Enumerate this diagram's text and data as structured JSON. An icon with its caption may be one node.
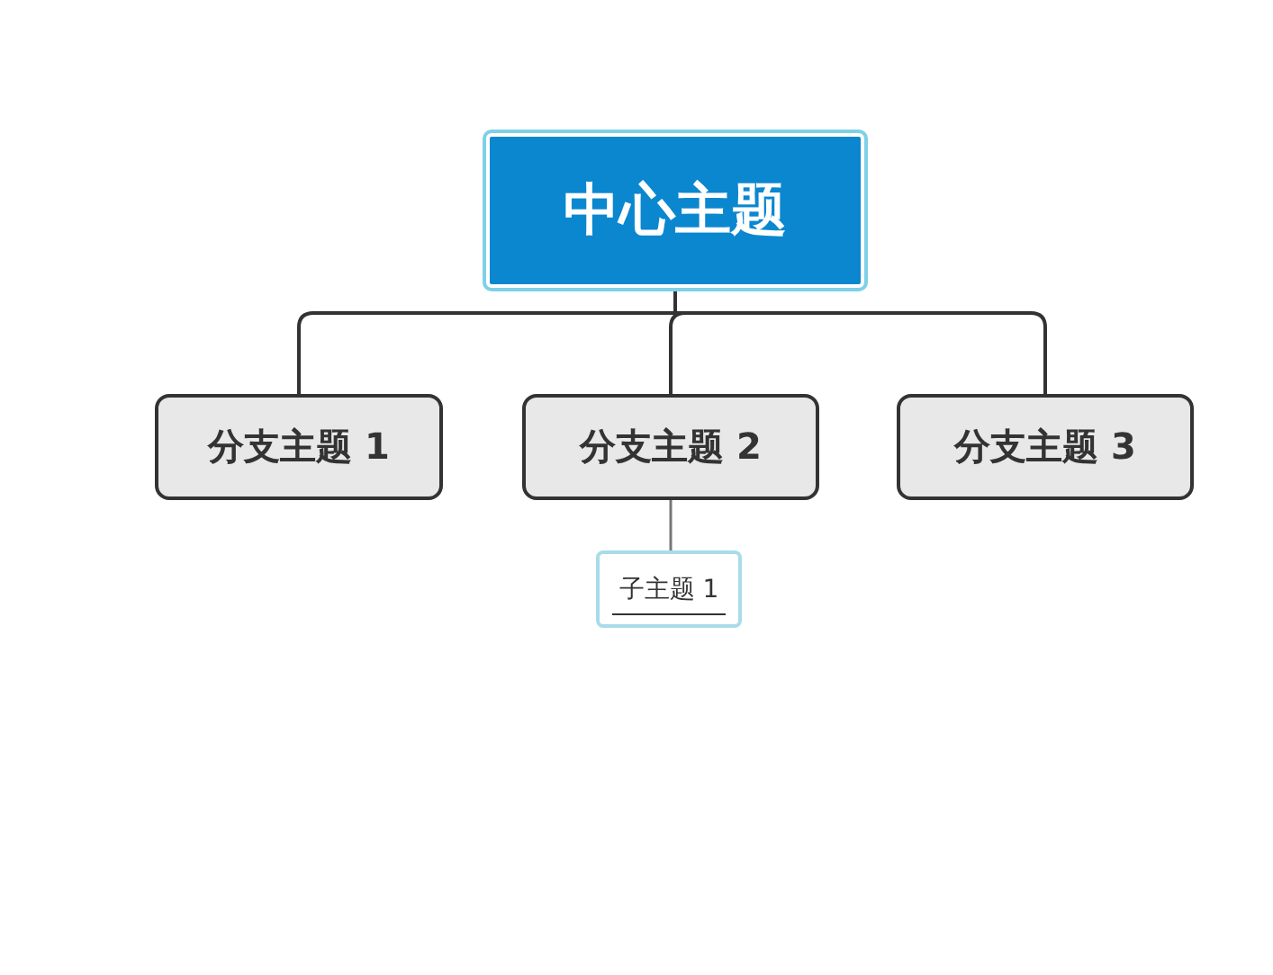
{
  "diagram": {
    "nodes": [
      {
        "text": [
          "中心主题"
        ]
      },
      {
        "text": [
          "分支主题 1"
        ]
      },
      {
        "text": [
          "分支主题 2"
        ]
      },
      {
        "text": [
          "分支主题 3"
        ]
      },
      {
        "text": [
          "子主题 1"
        ]
      }
    ],
    "edges": [
      {
        "from": 0,
        "to": 1,
        "arrow": "none"
      },
      {
        "from": 0,
        "to": 2,
        "arrow": "none"
      },
      {
        "from": 0,
        "to": 3,
        "arrow": "none"
      },
      {
        "from": 2,
        "to": 4,
        "arrow": "none",
        "color": "#777777"
      }
    ]
  }
}
